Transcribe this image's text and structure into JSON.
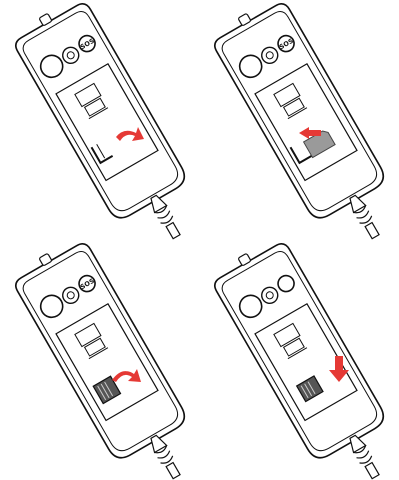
{
  "figure": {
    "steps": [
      {
        "sos_label": "SOS",
        "sim_shown": false,
        "card_state": "none",
        "arrow": "lift-latch",
        "latch_open": true
      },
      {
        "sos_label": "SOS",
        "sim_shown": true,
        "card_state": "inserting",
        "arrow": "insert-card",
        "latch_open": true
      },
      {
        "sos_label": "SOS",
        "sim_shown": true,
        "card_state": "seated",
        "arrow": "close-latch",
        "latch_open": false
      },
      {
        "sos_label": "",
        "sim_shown": true,
        "card_state": "locked",
        "arrow": "press-down",
        "latch_open": false
      }
    ],
    "colors": {
      "outline": "#111111",
      "arrow": "#e53935",
      "card": "#9a9a9a",
      "card_dark": "#444444",
      "background": "#ffffff"
    }
  }
}
